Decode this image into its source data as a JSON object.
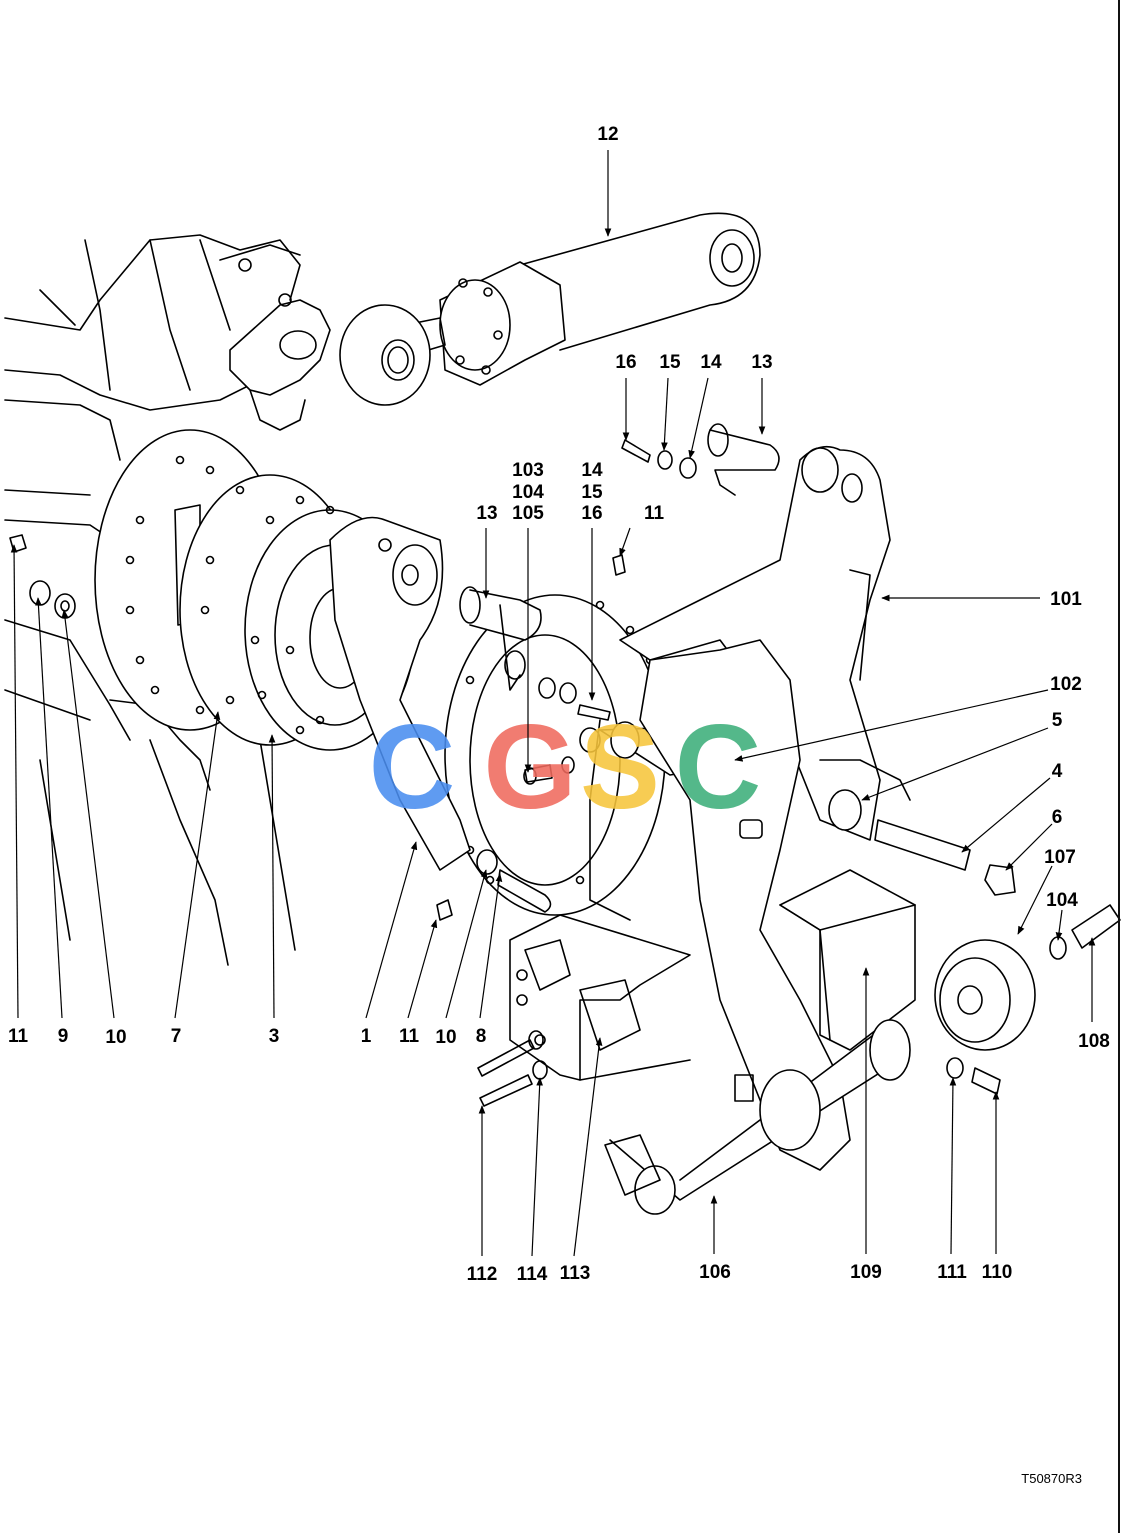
{
  "watermark": {
    "letters": [
      "C",
      "G",
      "S",
      "C"
    ],
    "colors": [
      "#4a8ef0",
      "#f06a5e",
      "#f7c53c",
      "#3daf7a"
    ]
  },
  "callouts": {
    "c12": "12",
    "c16a": "16",
    "c15a": "15",
    "c14a": "14",
    "c13a": "13",
    "c103": "103",
    "c104a": "104",
    "c105": "105",
    "c14b": "14",
    "c15b": "15",
    "c16b": "16",
    "c13b": "13",
    "c11a": "11",
    "c101": "101",
    "c102": "102",
    "c5": "5",
    "c4": "4",
    "c6": "6",
    "c107": "107",
    "c104b": "104",
    "c108": "108",
    "c11b": "11",
    "c9": "9",
    "c10a": "10",
    "c7": "7",
    "c3": "3",
    "c1": "1",
    "c11c": "11",
    "c10b": "10",
    "c8": "8",
    "c112": "112",
    "c114": "114",
    "c113": "113",
    "c106": "106",
    "c109": "109",
    "c111": "111",
    "c110": "110"
  },
  "reference_code": "T50870R3"
}
